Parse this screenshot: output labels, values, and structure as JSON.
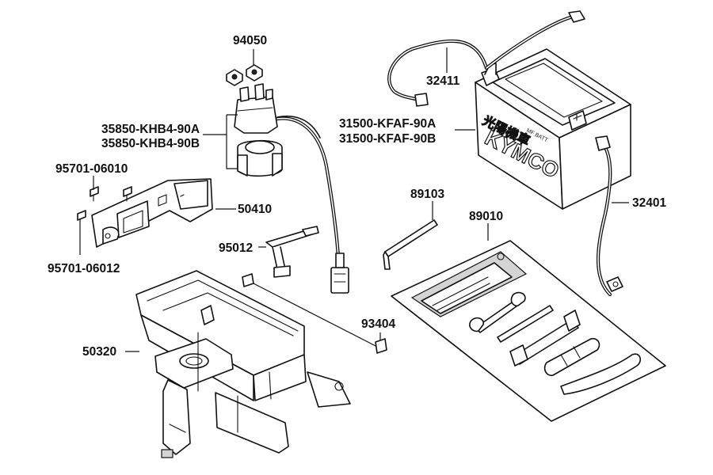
{
  "callouts": {
    "fuse_nuts": "94050",
    "relay_a": "35850-KHB4-90A",
    "relay_b": "35850-KHB4-90B",
    "bolt_upper": "95701-06010",
    "bolt_lower": "95701-06012",
    "relay_bracket": "50410",
    "battery_band": "95012",
    "battery_tray": "50320",
    "bolt_long": "93404",
    "battery_a": "31500-KFAF-90A",
    "battery_b": "31500-KFAF-90B",
    "positive_cable": "32411",
    "negative_cable": "32401",
    "hex_wrench": "89103",
    "tool_kit": "89010"
  },
  "battery_markings": {
    "brand": "KYMCO",
    "chinese_brand": "光陽機車",
    "model_small": "MF BATT"
  }
}
